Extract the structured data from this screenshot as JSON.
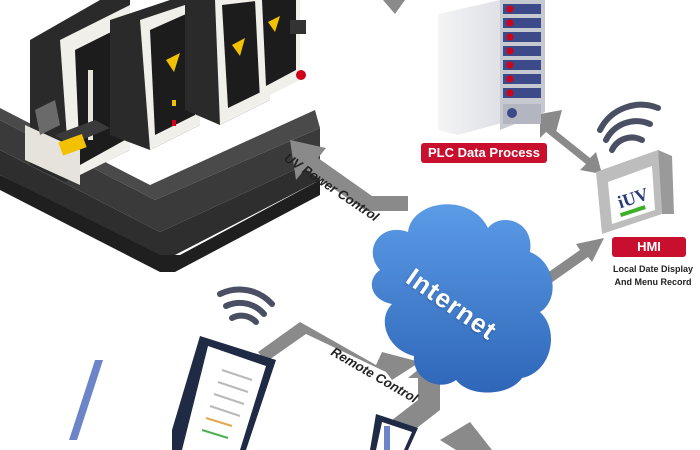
{
  "labels": {
    "plc": "PLC Data Process",
    "hmi": "HMI",
    "hmi_desc_line1": "Local Date Display",
    "hmi_desc_line2": "And Menu Record",
    "uv_power": "UV Power Control",
    "remote": "Remote Control",
    "internet": "Internet",
    "hmi_screen_logo": "iUV"
  },
  "colors": {
    "badge_red": "#c8102e",
    "cloud_blue": "#3f7fd1",
    "arrow_gray": "#8a8a8a",
    "machine_dark": "#2b2b2b",
    "server_blue": "#3d4a8a"
  },
  "icons": [
    "printing-press-icon",
    "plc-server-icon",
    "hmi-terminal-icon",
    "internet-cloud-icon",
    "tablet-icon",
    "wifi-icon"
  ]
}
